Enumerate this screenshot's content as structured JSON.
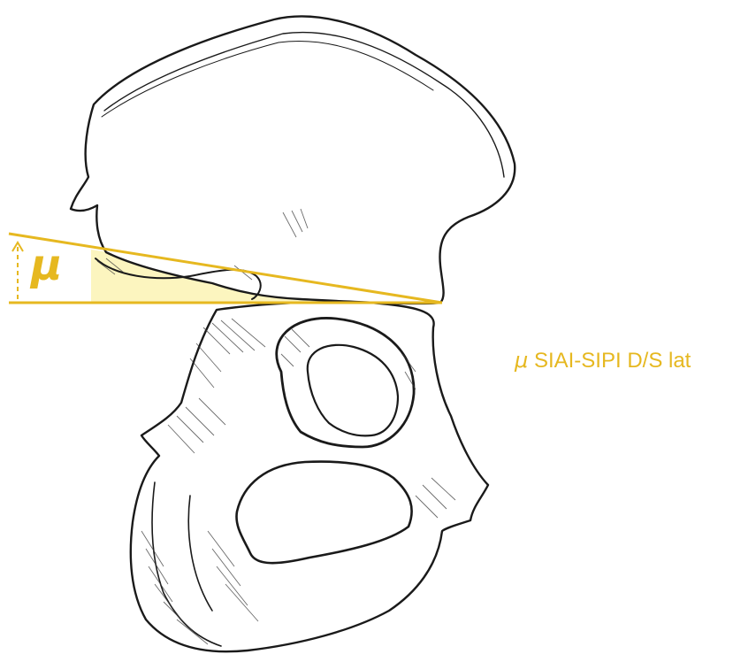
{
  "angle_symbol": "μ",
  "caption": {
    "symbol": "μ",
    "text": "SIAI-SIPI D/S lat"
  },
  "colors": {
    "accent": "#e6b820",
    "fill": "#fbf3b4",
    "ink": "#1a1a1a"
  },
  "illustration": "hip-bone-lateral-sketch"
}
